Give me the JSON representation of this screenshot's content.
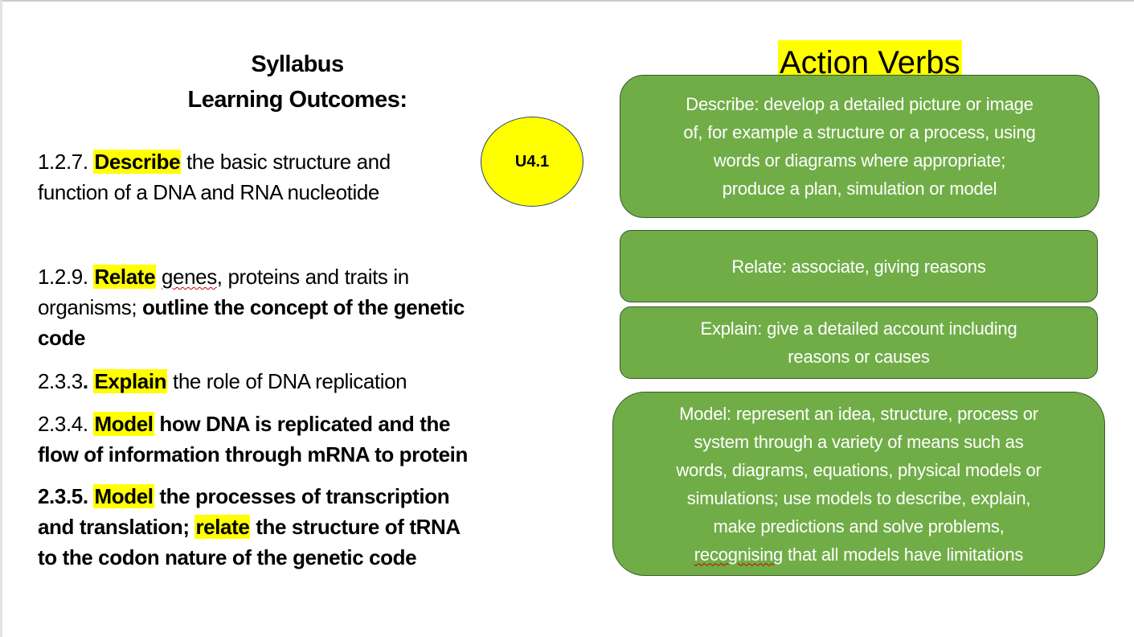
{
  "title": {
    "line1": "Syllabus",
    "line2": "Learning Outcomes:"
  },
  "badge": {
    "label": "U4.1"
  },
  "outcomes": [
    {
      "lines": [
        [
          {
            "t": "1.2.7. "
          },
          {
            "t": "Describe",
            "b": true,
            "hl": true
          },
          {
            "t": " the basic structure and"
          }
        ],
        [
          {
            "t": "function of a DNA and RNA nucleotide"
          }
        ]
      ]
    },
    {
      "lines": [
        [
          {
            "t": "1.2.9. "
          },
          {
            "t": "Relate",
            "b": true,
            "hl": true
          },
          {
            "t": " "
          },
          {
            "t": "genes",
            "sq": true
          },
          {
            "t": ", proteins and traits in"
          }
        ],
        [
          {
            "t": "organisms; "
          },
          {
            "t": "outline the concept of the genetic",
            "b": true
          }
        ],
        [
          {
            "t": "code",
            "b": true
          }
        ]
      ]
    },
    {
      "lines": [
        [
          {
            "t": "2.3.3"
          },
          {
            "t": ".",
            "b": true
          },
          {
            "t": " "
          },
          {
            "t": "Explain",
            "b": true,
            "hl": true
          },
          {
            "t": " the role of DNA replication"
          }
        ]
      ]
    },
    {
      "lines": [
        [
          {
            "t": "2.3.4. "
          },
          {
            "t": "Model",
            "b": true,
            "hl": true
          },
          {
            "t": " how DNA is replicated and the",
            "b": true
          }
        ],
        [
          {
            "t": "flow of information through mRNA to protein",
            "b": true
          }
        ]
      ]
    },
    {
      "lines": [
        [
          {
            "t": "2.3.5. ",
            "b": true
          },
          {
            "t": "Model",
            "b": true,
            "hl": true
          },
          {
            "t": " the processes of transcription",
            "b": true
          }
        ],
        [
          {
            "t": "and translation; ",
            "b": true
          },
          {
            "t": "relate",
            "b": true,
            "hl": true
          },
          {
            "t": " the structure of tRNA",
            "b": true
          }
        ],
        [
          {
            "t": "to the codon nature of the genetic code",
            "b": true
          }
        ]
      ]
    }
  ],
  "action_verbs": {
    "title": "Action Verbs",
    "boxes": [
      {
        "lines": [
          "Describe: develop a detailed picture or image",
          "of, for example a structure or a process, using",
          "words or diagrams where appropriate;",
          "produce a plan, simulation or model"
        ]
      },
      {
        "lines": [
          "Relate: associate, giving reasons"
        ]
      },
      {
        "lines": [
          "Explain: give a detailed account including",
          "reasons or causes"
        ]
      },
      {
        "lines": [
          "Model: represent an idea, structure, process or",
          "system through a variety of means such as",
          "words, diagrams, equations, physical models or",
          "simulations; use models to describe, explain,",
          "make predictions and solve problems,",
          "recognising that all models have limitations"
        ]
      }
    ]
  },
  "colors": {
    "highlight": "#ffff00",
    "box_fill": "#70ad47"
  }
}
